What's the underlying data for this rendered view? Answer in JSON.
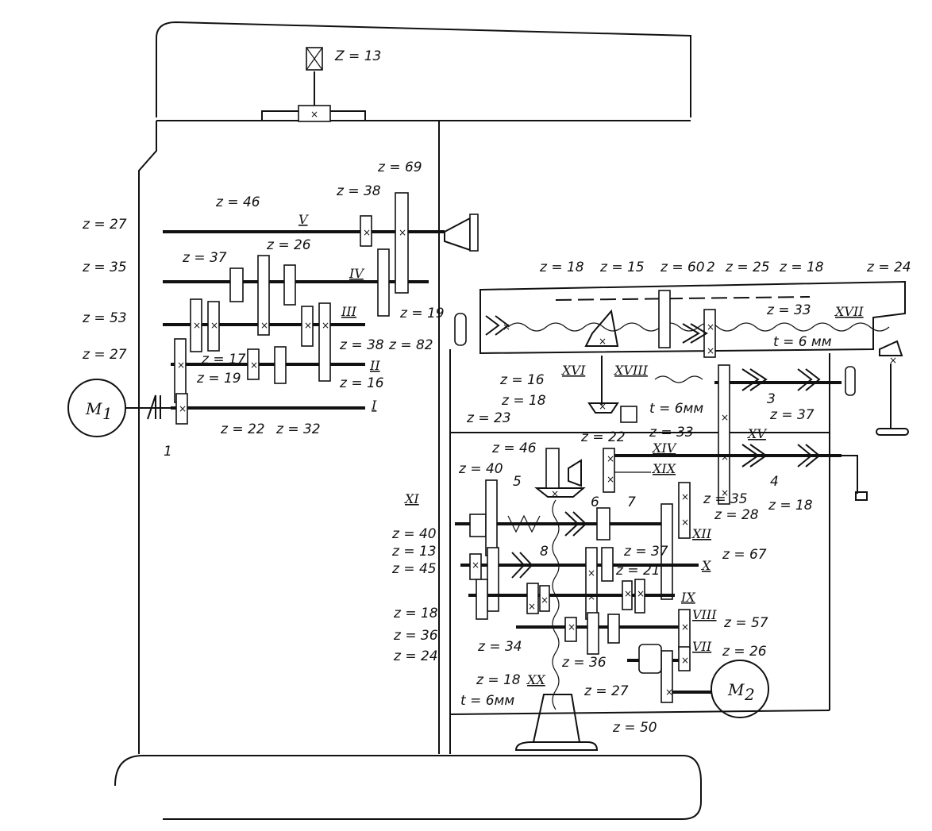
{
  "motors": {
    "m1": "M",
    "m1_sub": "1",
    "m2": "M",
    "m2_sub": "2"
  },
  "shafts": [
    "I",
    "II",
    "III",
    "IV",
    "V",
    "VII",
    "VIII",
    "IX",
    "X",
    "XI",
    "XII",
    "XIV",
    "XV",
    "XVI",
    "XVII",
    "XVIII",
    "XIX",
    "XX"
  ],
  "numbers": [
    "1",
    "2",
    "3",
    "4",
    "5",
    "6",
    "7",
    "8"
  ],
  "labels": {
    "top": "Z = 13",
    "l1": "z = 27",
    "l2": "z = 35",
    "l3": "z = 53",
    "l4": "z = 27",
    "l5": "z = 37",
    "l6": "z = 46",
    "l7": "z = 26",
    "l8": "z = 38",
    "l9": "z = 69",
    "l10": "z = 17",
    "l11": "z = 19",
    "l12": "z = 22",
    "l13": "z = 32",
    "l14": "z = 38",
    "l15": "z = 16",
    "l16": "z = 19",
    "l17": "z = 82",
    "r1": "z = 18",
    "r2": "z = 15",
    "r3": "z = 60",
    "r4": "z = 25",
    "r5": "z = 18",
    "r6": "z = 24",
    "r7": "z = 33",
    "r8": "t = 6 мм",
    "r9": "z = 16",
    "r10": "z = 18",
    "r11": "t = 6мм",
    "r12": "z = 37",
    "r13": "z = 23",
    "r14": "z = 22",
    "r15": "z = 33",
    "r16": "z = 46",
    "r17": "z = 40",
    "r18": "z = 18",
    "r19": "z = 35",
    "r20": "z = 28",
    "r21": "z = 40",
    "r22": "z = 13",
    "r23": "z = 45",
    "r24": "z = 37",
    "r25": "z = 21",
    "r26": "z = 67",
    "r27": "z = 18",
    "r28": "z = 36",
    "r29": "z = 24",
    "r30": "z = 34",
    "r31": "z = 36",
    "r32": "z = 57",
    "r33": "z = 18",
    "r34": "z = 27",
    "r35": "z = 26",
    "r36": "t = 6мм",
    "r37": "z = 50"
  }
}
